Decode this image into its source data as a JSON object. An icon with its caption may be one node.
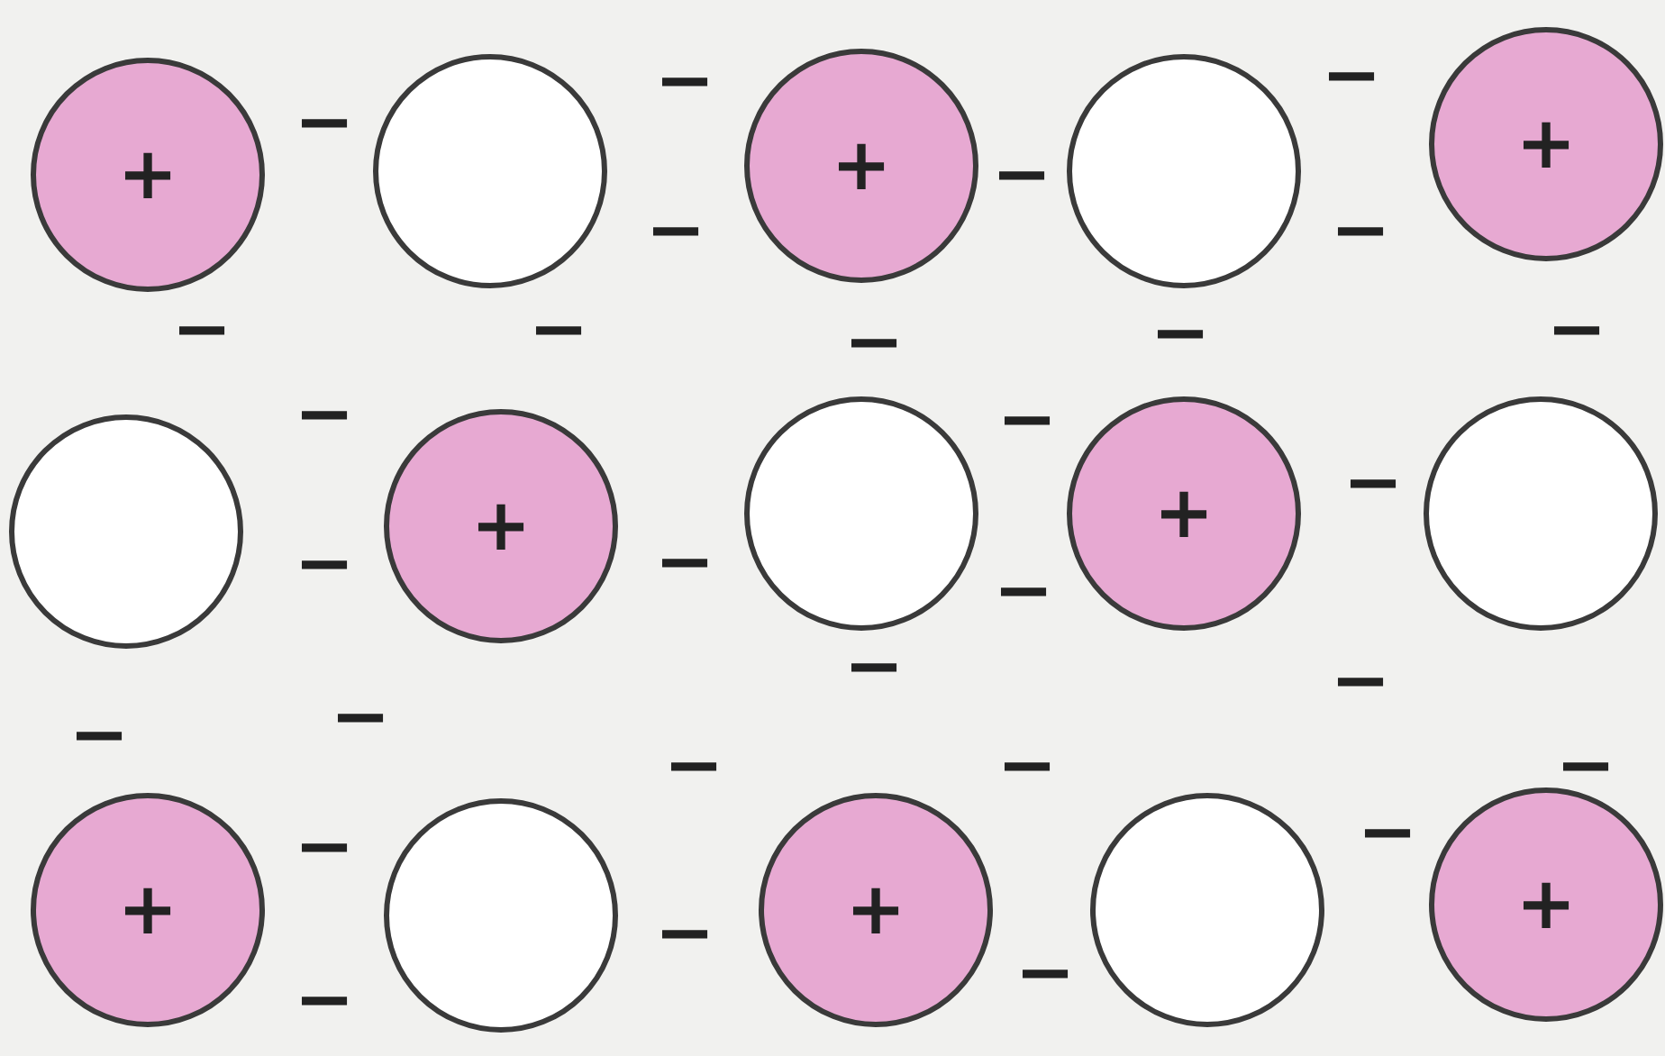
{
  "diagram": {
    "nodes": [
      {
        "text": [
          "+"
        ]
      },
      {
        "text": [],
        "shape": "circle"
      },
      {
        "text": [
          "+"
        ]
      },
      {
        "text": [],
        "shape": "circle"
      },
      {
        "text": [
          "+"
        ]
      },
      {
        "text": [],
        "shape": "circle"
      },
      {
        "text": [
          "+"
        ]
      },
      {
        "text": [],
        "shape": "circle"
      },
      {
        "text": [
          "+"
        ]
      },
      {
        "text": [],
        "shape": "circle"
      },
      {
        "text": [
          "+"
        ]
      },
      {
        "text": [],
        "shape": "circle"
      },
      {
        "text": [
          "+"
        ]
      },
      {
        "text": [],
        "shape": "circle"
      },
      {
        "text": [
          "+"
        ]
      }
    ],
    "labels": [
      "−",
      "−",
      "−",
      "−",
      "−",
      "−",
      "−",
      "−",
      "−",
      "−",
      "−",
      "−",
      "−",
      "−",
      "−",
      "−",
      "−",
      "−",
      "−",
      "−",
      "−",
      "−",
      "−",
      "−",
      "−",
      "−",
      "−",
      "−",
      "−"
    ]
  }
}
